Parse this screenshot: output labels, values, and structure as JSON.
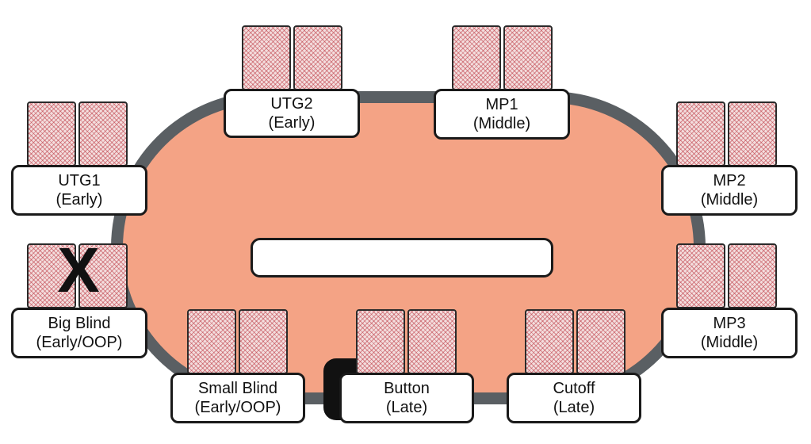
{
  "colors": {
    "felt": "#f4a385",
    "rail": "#5a5f63",
    "card_back": "#c0404a",
    "label_border": "#1a1a1a"
  },
  "seats": [
    {
      "id": "utg2",
      "name": "UTG2",
      "role": "(Early)"
    },
    {
      "id": "mp1",
      "name": "MP1",
      "role": "(Middle)"
    },
    {
      "id": "utg1",
      "name": "UTG1",
      "role": "(Early)"
    },
    {
      "id": "mp2",
      "name": "MP2",
      "role": "(Middle)"
    },
    {
      "id": "big-blind",
      "name": "Big Blind",
      "role": "(Early/OOP)"
    },
    {
      "id": "mp3",
      "name": "MP3",
      "role": "(Middle)"
    },
    {
      "id": "small-blind",
      "name": "Small Blind",
      "role": "(Early/OOP)"
    },
    {
      "id": "button",
      "name": "Button",
      "role": "(Late)"
    },
    {
      "id": "cutoff",
      "name": "Cutoff",
      "role": "(Late)"
    }
  ],
  "fold_mark": "X"
}
